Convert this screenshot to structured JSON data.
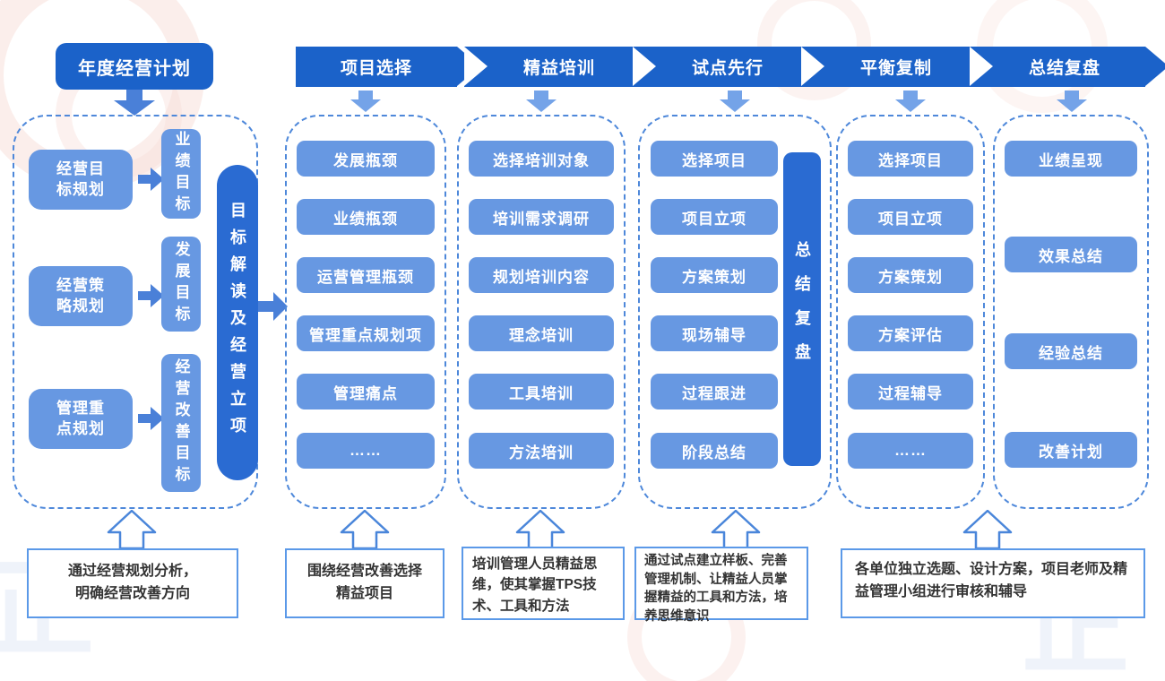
{
  "palette": {
    "banner_blue": "#1b62c9",
    "item_blue": "#6798e2",
    "pill_blue": "#2a6bd2",
    "arrow_blue": "#4a80d8",
    "dash_border_blue": "#4e88da",
    "note_border_blue": "#5b99e8",
    "note_text": "#333333"
  },
  "header": {
    "title": "年度经营计划"
  },
  "planning_column": {
    "rows": [
      {
        "left": "经营目标规划",
        "right": "业绩目标"
      },
      {
        "left": "经营策略规划",
        "right": "发展目标"
      },
      {
        "left": "管理重点规划",
        "right": "经营改善目标"
      }
    ],
    "main_pill": "目标解读及经营立项",
    "note": "通过经营规划分析，明确经营改善方向"
  },
  "stages": [
    {
      "banner": "项目选择",
      "items": [
        "发展瓶颈",
        "业绩瓶颈",
        "运营管理瓶颈",
        "管理重点规划项",
        "管理痛点",
        "……"
      ],
      "note": "围绕经营改善选择精益项目"
    },
    {
      "banner": "精益培训",
      "items": [
        "选择培训对象",
        "培训需求调研",
        "规划培训内容",
        "理念培训",
        "工具培训",
        "方法培训"
      ],
      "note": "培训管理人员精益思维，使其掌握TPS技术、工具和方法"
    },
    {
      "banner": "试点先行",
      "items": [
        "选择项目",
        "项目立项",
        "方案策划",
        "现场辅导",
        "过程跟进",
        "阶段总结"
      ],
      "side_pill": "总结复盘",
      "note": "通过试点建立样板、完善管理机制、让精益人员掌握精益的工具和方法，培养思维意识"
    },
    {
      "banner": "平衡复制",
      "items": [
        "选择项目",
        "项目立项",
        "方案策划",
        "方案评估",
        "过程辅导",
        "……"
      ],
      "note": "各单位独立选题、设计方案，项目老师及精益管理小组进行审核和辅导"
    },
    {
      "banner": "总结复盘",
      "items": [
        "业绩呈现",
        "效果总结",
        "经验总结",
        "改善计划"
      ]
    }
  ],
  "watermark": {
    "glyph": "正"
  }
}
